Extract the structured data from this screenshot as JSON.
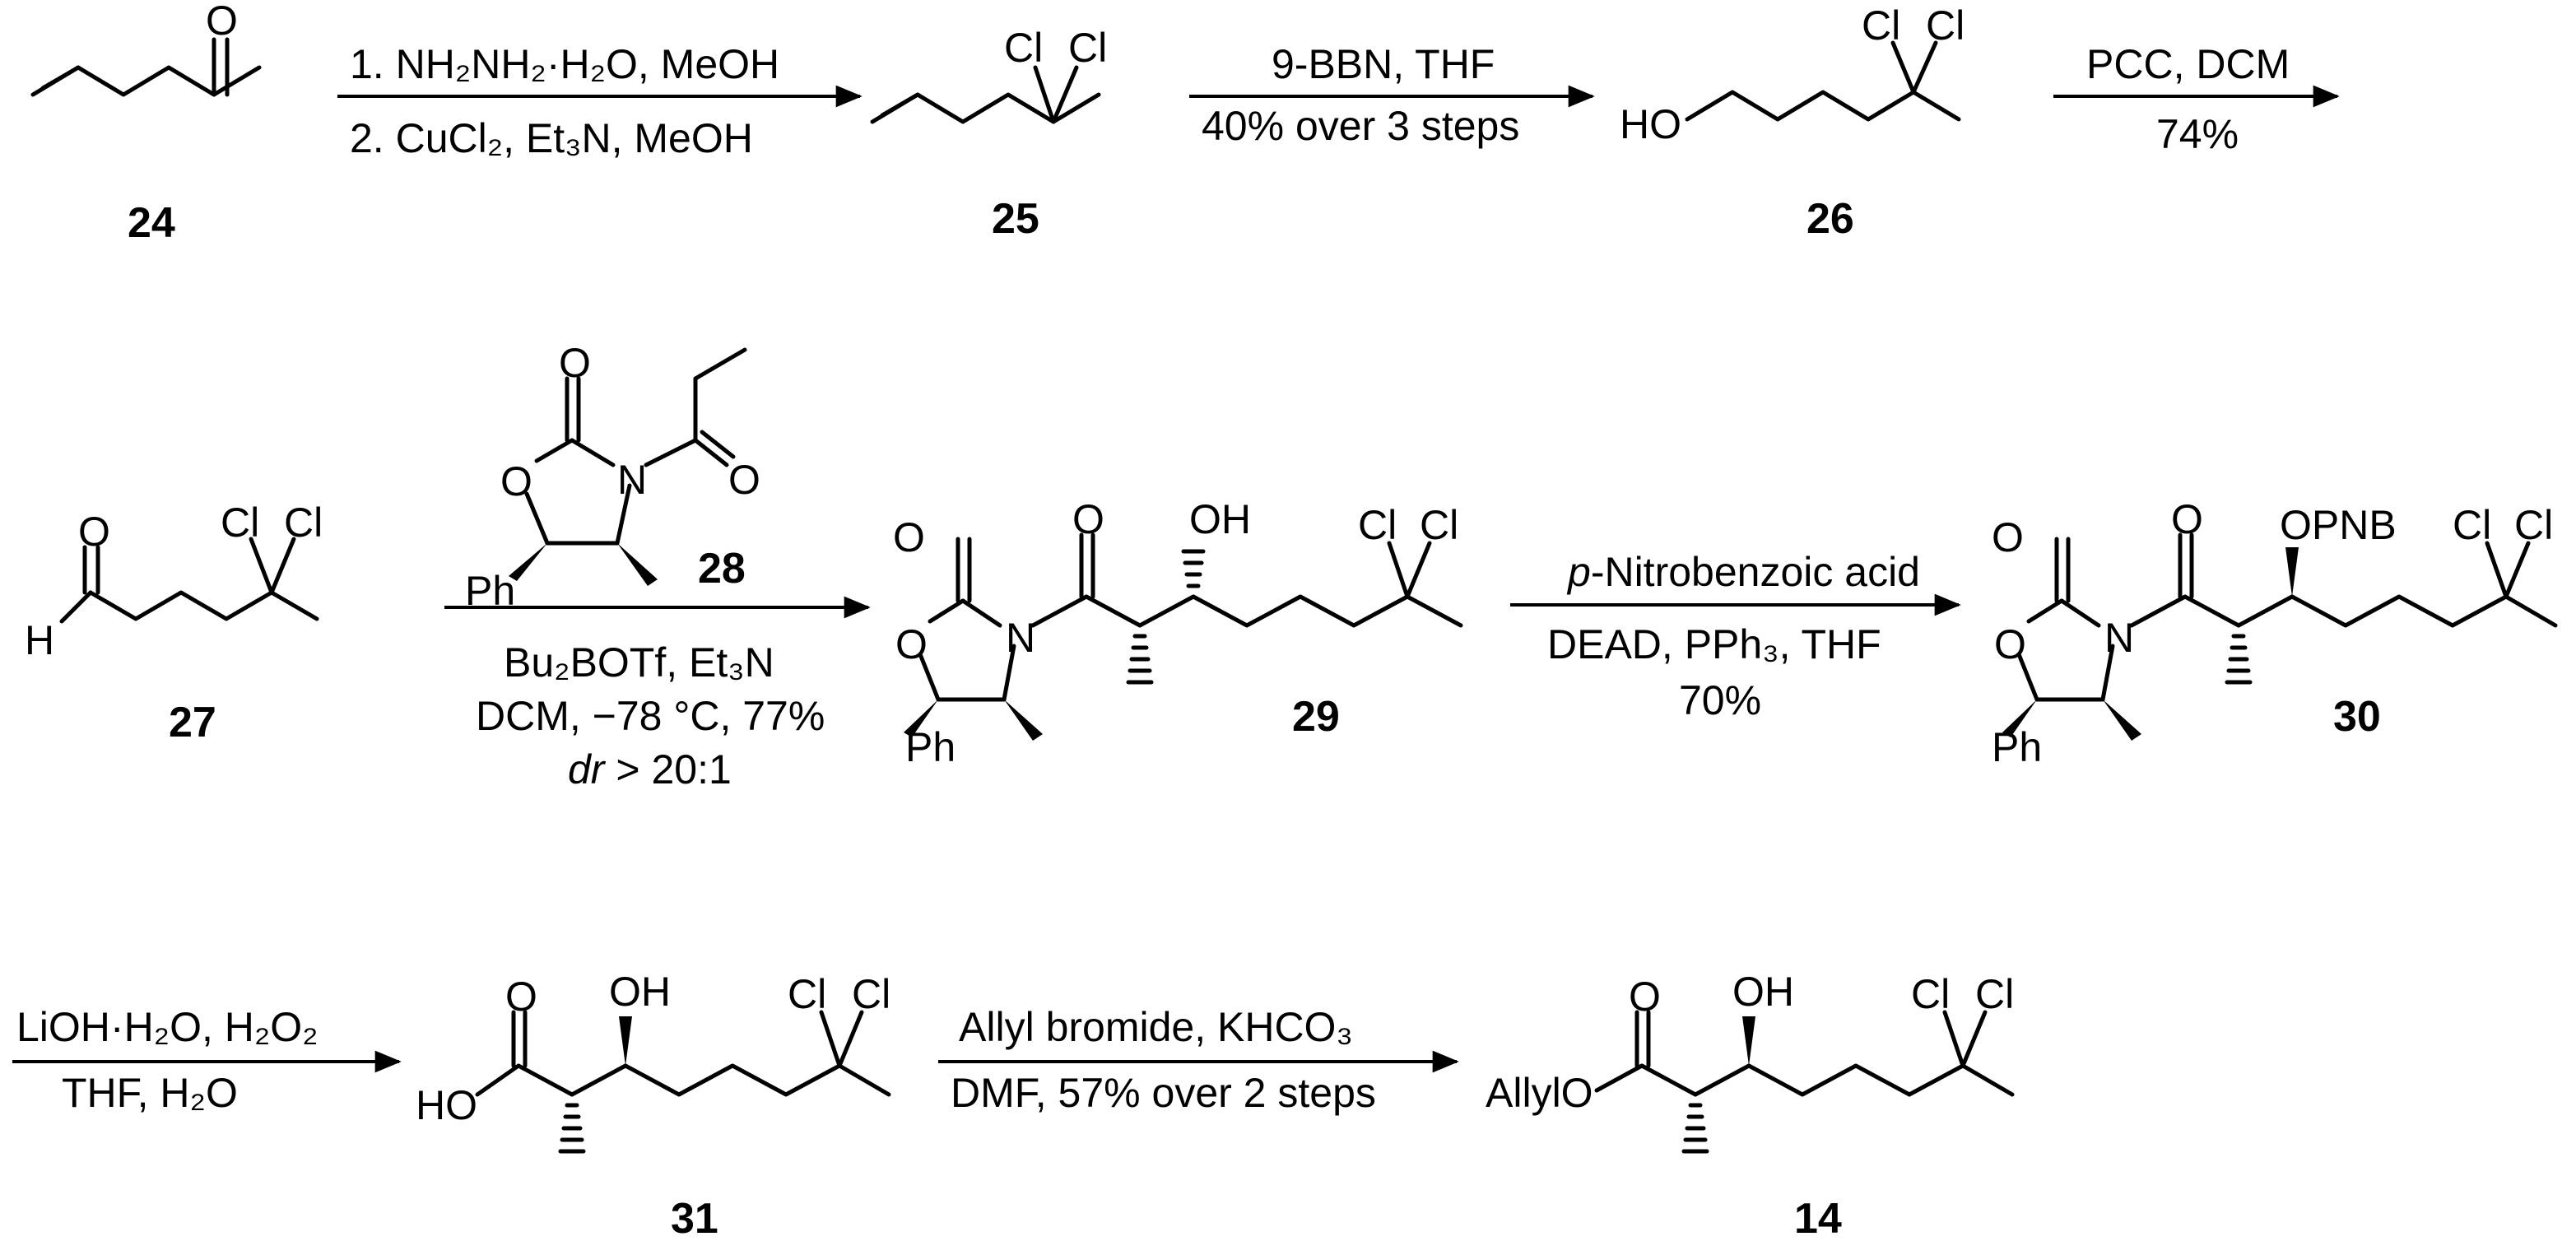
{
  "atoms": {
    "O": "O",
    "Cl": "Cl",
    "HO": "HO",
    "H": "H",
    "N": "N",
    "Ph": "Ph",
    "OH": "OH",
    "OPNB": "OPNB",
    "AllylO": "AllylO"
  },
  "compounds": {
    "c24": "24",
    "c25": "25",
    "c26": "26",
    "c27": "27",
    "c28": "28",
    "c29": "29",
    "c30": "30",
    "c31": "31",
    "c14": "14"
  },
  "steps": {
    "s1_line1": "1. NH₂NH₂·H₂O, MeOH",
    "s1_line2": "2. CuCl₂, Et₃N, MeOH",
    "s2_line1": "9-BBN, THF",
    "s2_line2": "40% over 3 steps",
    "s3_line1": "PCC, DCM",
    "s3_line2": "74%",
    "s4_line1": "Bu₂BOTf, Et₃N",
    "s4_line2": "DCM, −78 °C, 77%",
    "s4_line3_italic": "dr",
    "s4_line3_rest": " > 20:1",
    "s5_line1_italic": "p",
    "s5_line1_rest": "-Nitrobenzoic acid",
    "s5_line2": "DEAD, PPh₃, THF",
    "s5_line3": "70%",
    "s6_line1": "LiOH·H₂O, H₂O₂",
    "s6_line2": "THF,  H₂O",
    "s7_line1": "Allyl bromide, KHCO₃",
    "s7_line2": "DMF, 57% over 2 steps"
  }
}
